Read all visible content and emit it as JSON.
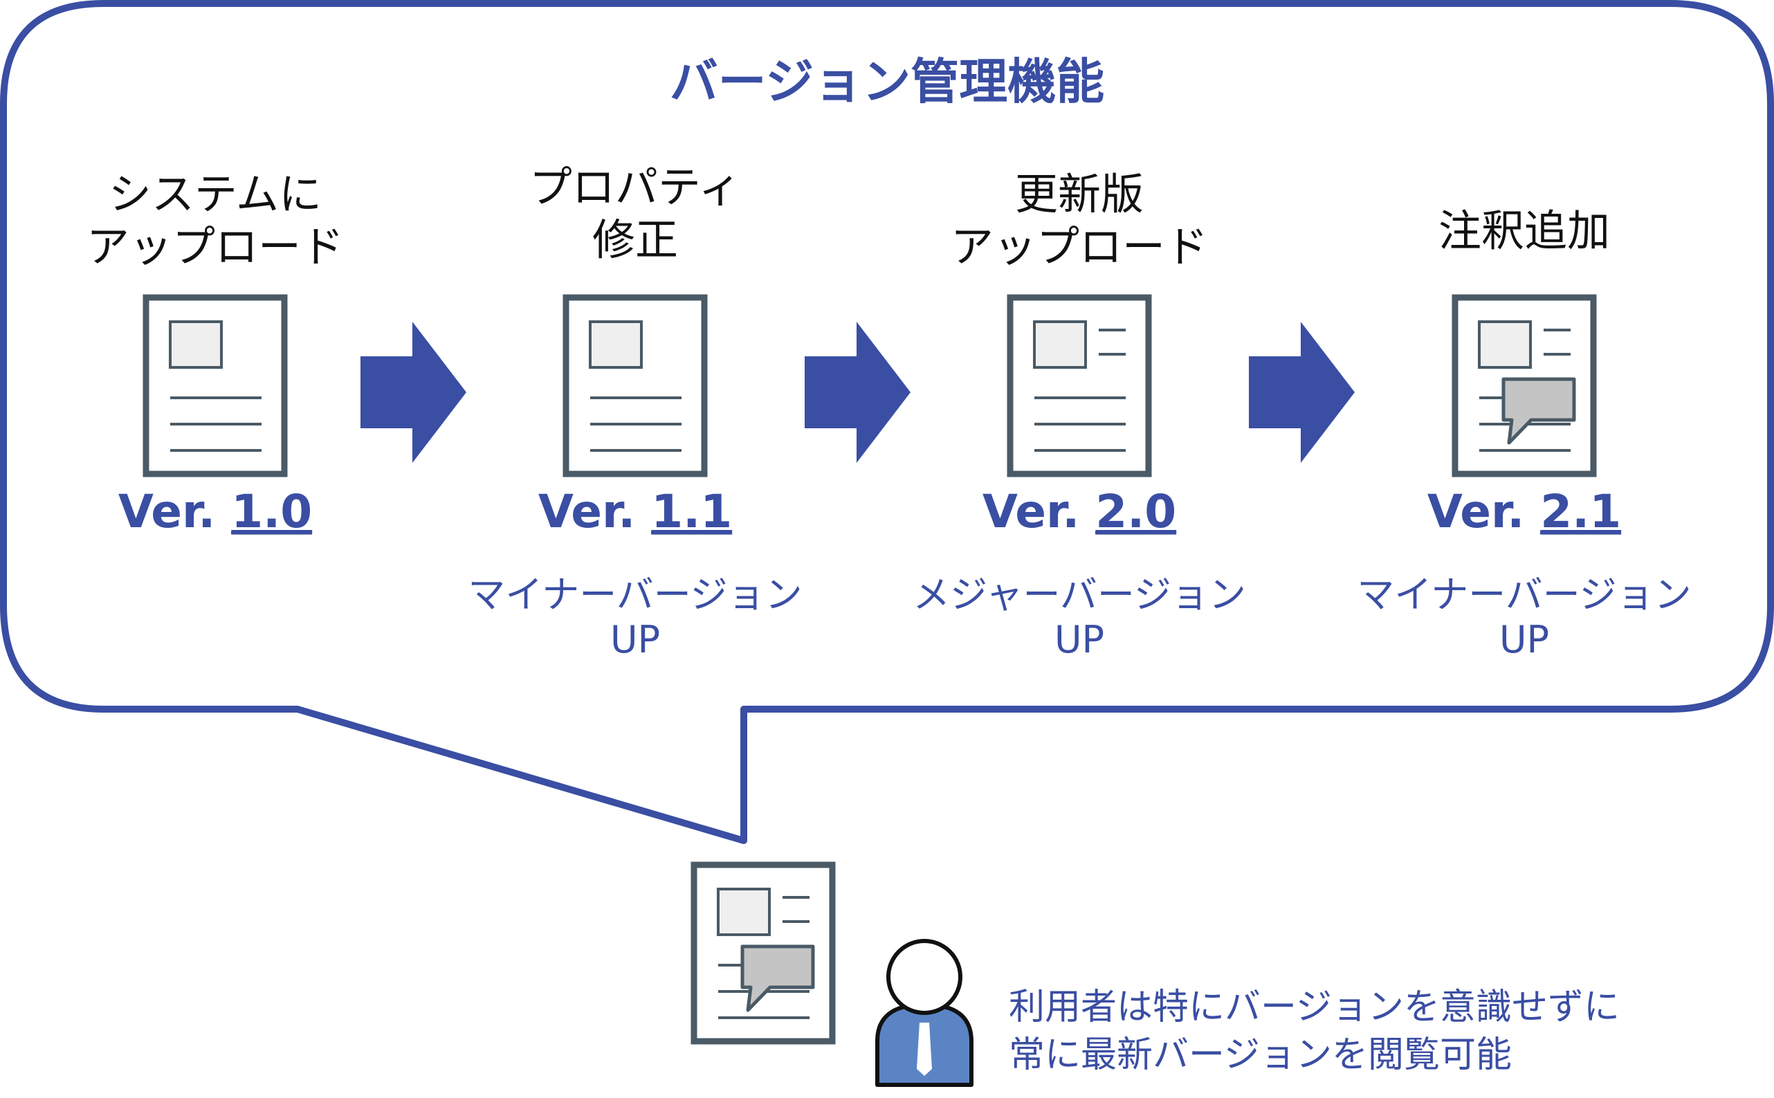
{
  "title": "バージョン管理機能",
  "steps": [
    {
      "label_lines": [
        "システムに",
        "アップロード"
      ],
      "ver_prefix": "Ver. ",
      "ver_num": "1.0",
      "sub_lines": []
    },
    {
      "label_lines": [
        "プロパティ",
        "修正"
      ],
      "ver_prefix": "Ver. ",
      "ver_num": "1.1",
      "sub_lines": [
        "マイナーバージョン",
        "UP"
      ]
    },
    {
      "label_lines": [
        "更新版",
        "アップロード"
      ],
      "ver_prefix": "Ver. ",
      "ver_num": "2.0",
      "sub_lines": [
        "メジャーバージョン",
        "UP"
      ]
    },
    {
      "label_lines": [
        "注釈追加"
      ],
      "ver_prefix": "Ver. ",
      "ver_num": "2.1",
      "sub_lines": [
        "マイナーバージョン",
        "UP"
      ]
    }
  ],
  "user_note_lines": [
    "利用者は特にバージョンを意識せずに",
    "常に最新バージョンを閲覧可能"
  ],
  "colors": {
    "accent": "#3a4ea3",
    "doc_border": "#4a5a66",
    "image_fill": "#efefef",
    "comment_fill": "#c4c4c4",
    "person_body": "#5b84c4"
  }
}
